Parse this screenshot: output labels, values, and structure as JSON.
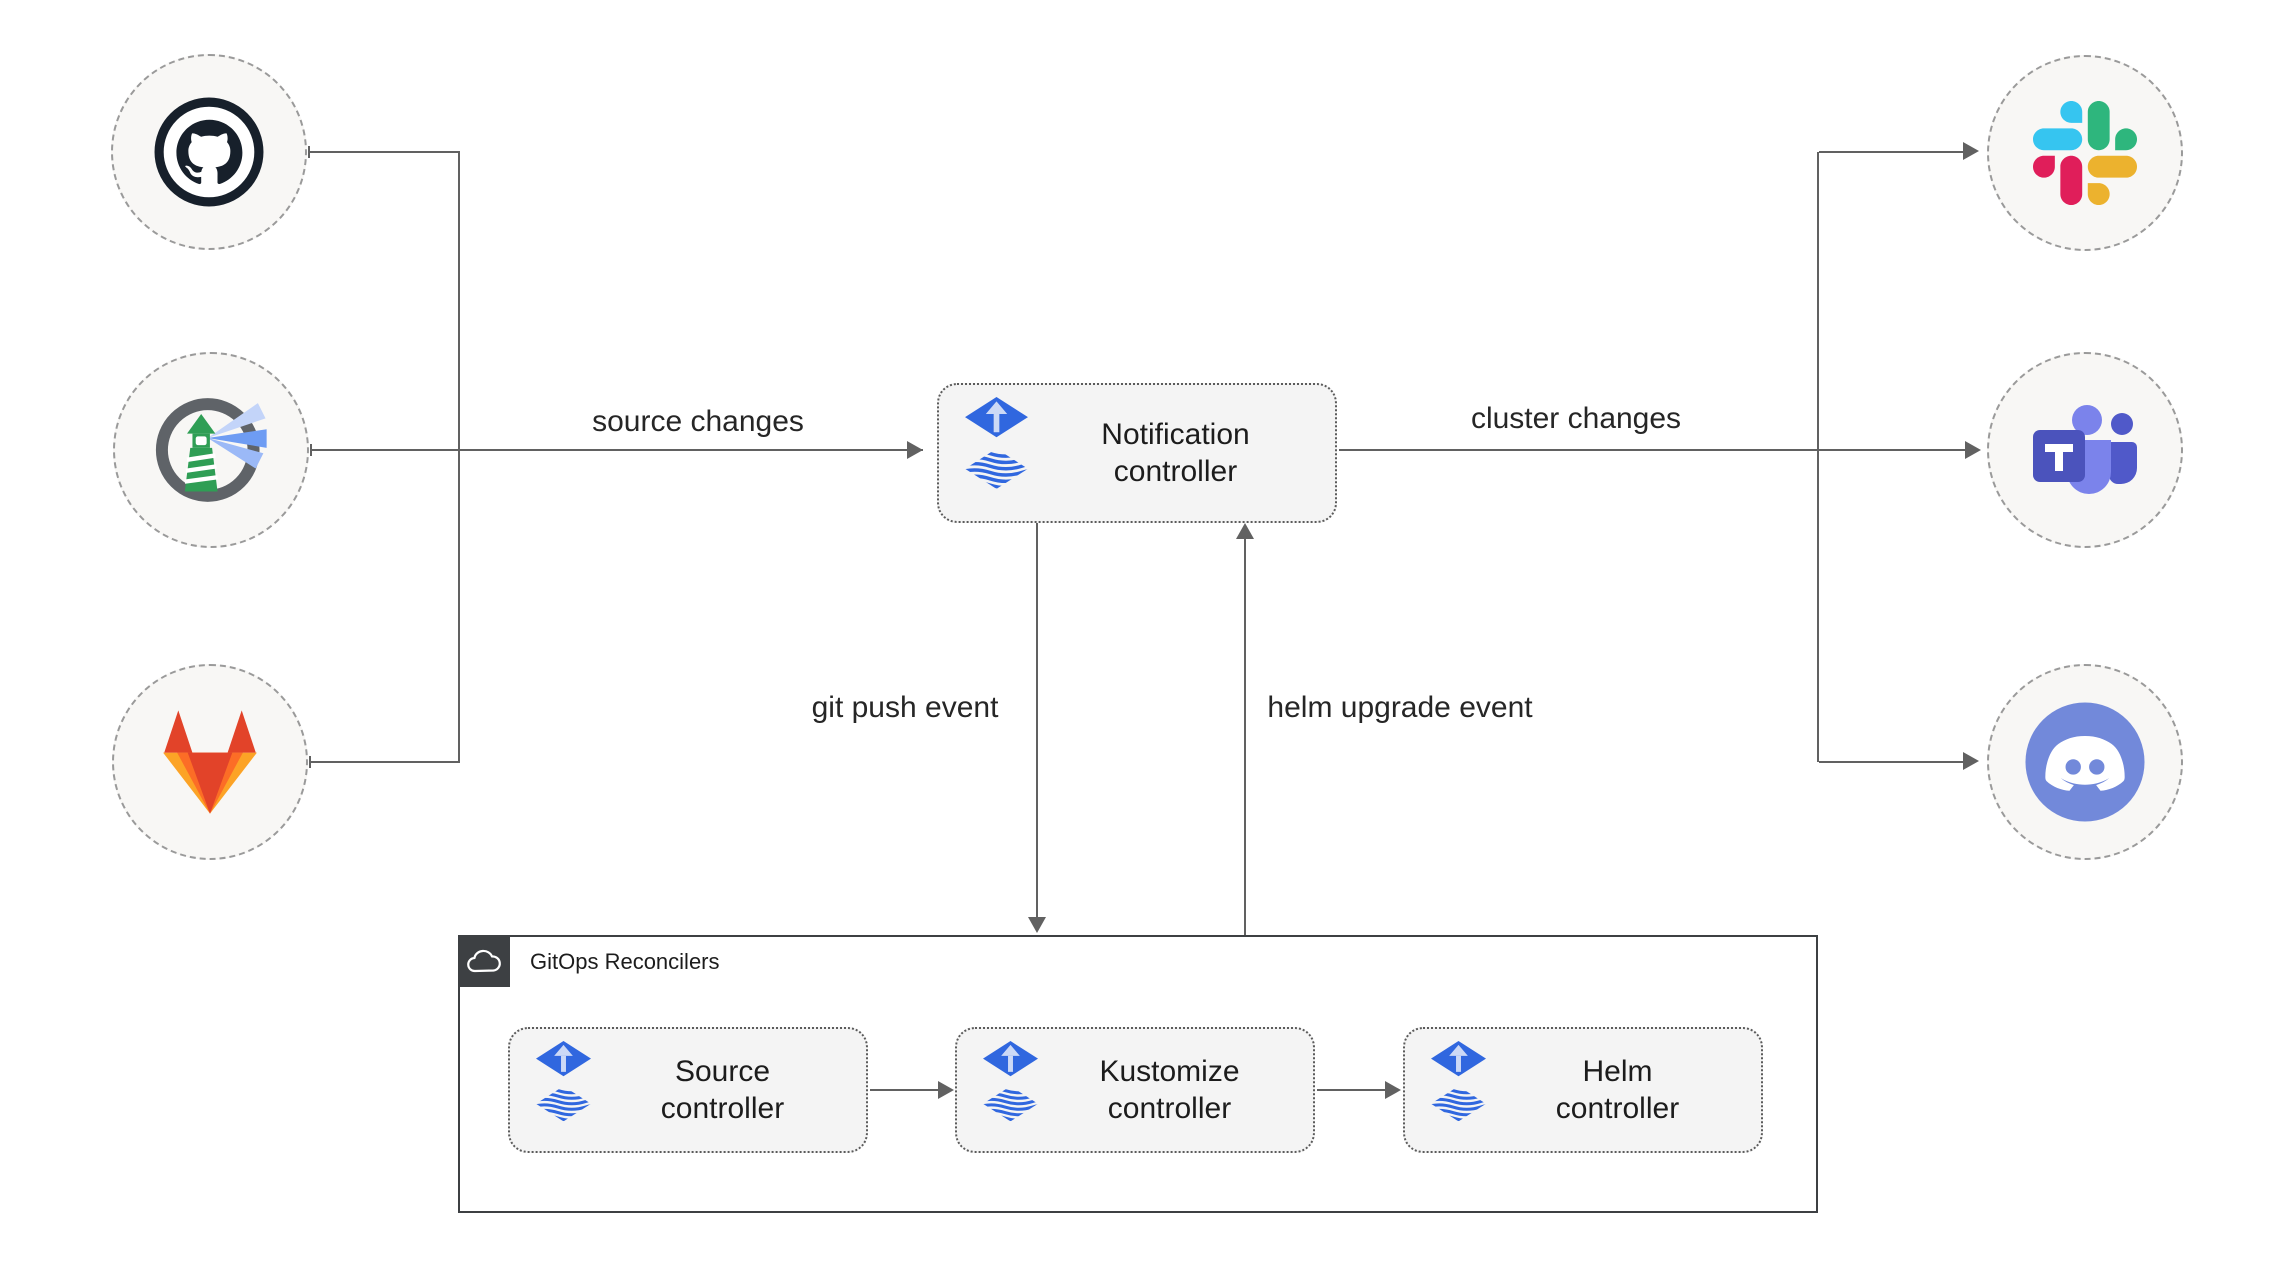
{
  "edges": {
    "source_changes": "source changes",
    "cluster_changes": "cluster changes",
    "git_push": "git push event",
    "helm_upgrade": "helm upgrade event"
  },
  "nodes": {
    "notification": {
      "line1": "Notification",
      "line2": "controller"
    },
    "source": {
      "line1": "Source",
      "line2": "controller"
    },
    "kustomize": {
      "line1": "Kustomize",
      "line2": "controller"
    },
    "helm": {
      "line1": "Helm",
      "line2": "controller"
    }
  },
  "container": {
    "label": "GitOps Reconcilers"
  },
  "icons": {
    "sources": [
      "github-icon",
      "lighthouse-registry-icon",
      "gitlab-icon"
    ],
    "targets": [
      "slack-icon",
      "ms-teams-icon",
      "discord-icon"
    ],
    "controller_icon": "flux-icon",
    "container_icon": "cloud-icon"
  },
  "colors": {
    "line": "#616161",
    "node-fill": "#f8f7f5",
    "node-border": "#9a9a9a",
    "box-fill": "#f4f4f4",
    "box-border": "#5b5b5b",
    "container-border": "#3d4043",
    "badge-bg": "#3d4043",
    "text": "#1c1c1c",
    "flux-blue": "#3067df",
    "flux-arrow": "#ccd9f6",
    "github": "#17202b",
    "slack-blue": "#36C5F0",
    "slack-green": "#2EB67D",
    "slack-yellow": "#ECB22E",
    "slack-red": "#E01E5A",
    "teams-tile": "#4b53bc",
    "teams-light": "#7b83eb",
    "teams-mid": "#5059c9",
    "discord": "#7289da",
    "gitlab-red": "#e24329",
    "gitlab-orange": "#fc6d26",
    "gitlab-yellow": "#fca326",
    "lh-ring": "#5f6368",
    "lh-tower": "#2f9e55",
    "lh-beam-1": "#c3d4f9",
    "lh-beam-2": "#6e9cf3",
    "lh-beam-3": "#9bb9f7"
  }
}
